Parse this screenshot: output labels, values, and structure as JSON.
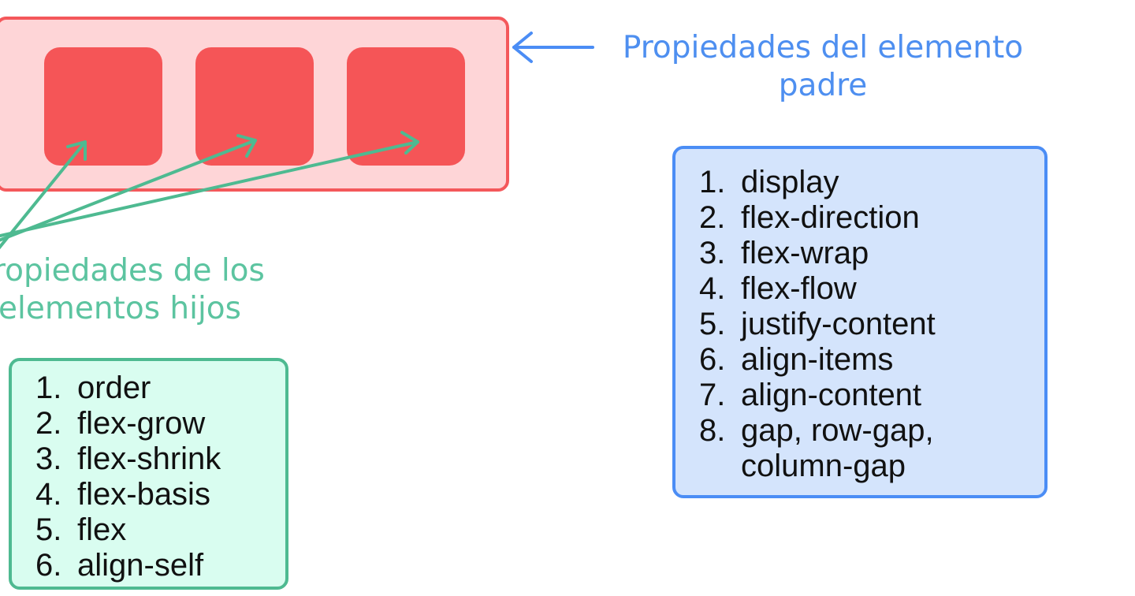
{
  "parent": {
    "label": "Propiedades del elemento\npadre",
    "properties": [
      "display",
      "flex-direction",
      "flex-wrap",
      "flex-flow",
      "justify-content",
      "align-items",
      "align-content",
      "gap, row-gap,\ncolumn-gap"
    ]
  },
  "children": {
    "label": "Propiedades de los\nelementos hijos",
    "properties": [
      "order",
      "flex-grow",
      "flex-shrink",
      "flex-basis",
      "flex",
      "align-self"
    ]
  },
  "colors": {
    "parent_accent": "#4b8df5",
    "children_accent": "#4eba91",
    "container_border": "#f4585b",
    "container_fill": "#fed5d7",
    "child_fill": "#f55557"
  }
}
